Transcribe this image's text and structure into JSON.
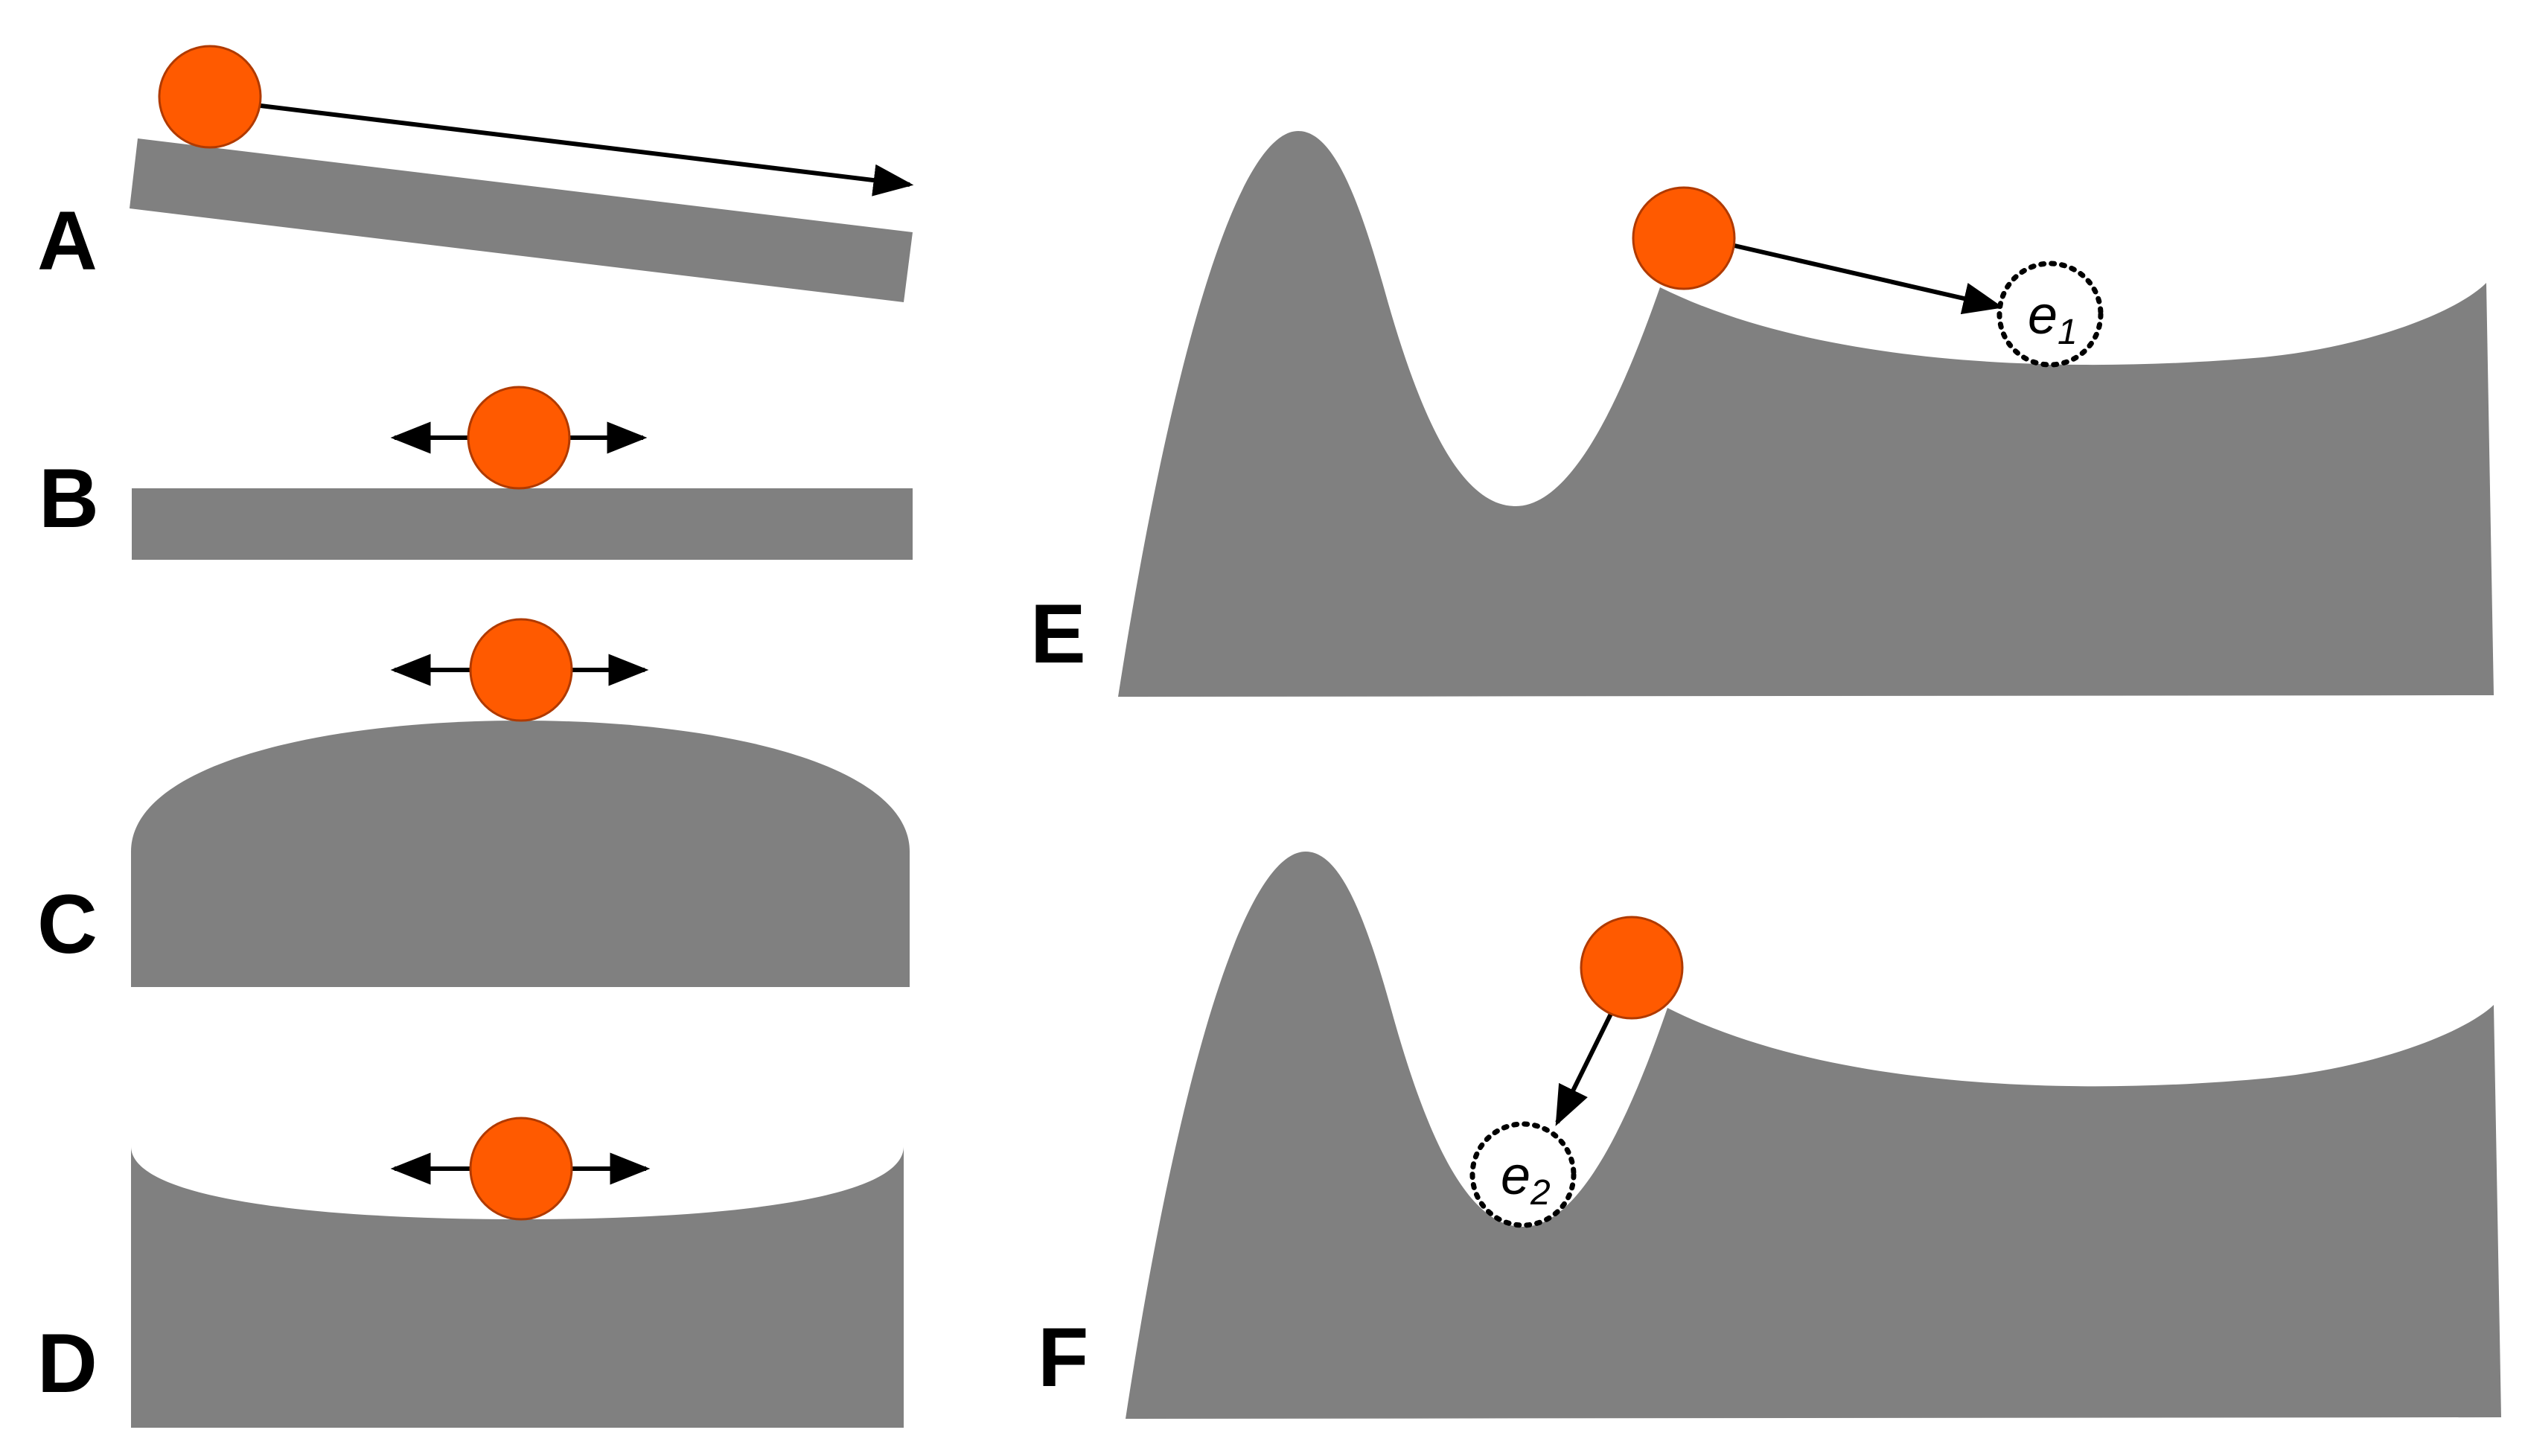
{
  "colors": {
    "surface": "#808080",
    "ball": "#FF5A00",
    "ball_outline": "#B03A00",
    "arrow": "#000000",
    "background": "#ffffff"
  },
  "panels": [
    {
      "id": "A",
      "label": "A",
      "surface": "tilted-plane",
      "motion": "rolls-downhill"
    },
    {
      "id": "B",
      "label": "B",
      "surface": "flat-plane",
      "motion": "neutral-both-directions"
    },
    {
      "id": "C",
      "label": "C",
      "surface": "convex-hill",
      "motion": "unstable-both-directions"
    },
    {
      "id": "D",
      "label": "D",
      "surface": "concave-bowl",
      "motion": "stable-both-directions"
    },
    {
      "id": "E",
      "label": "E",
      "surface": "double-well-landscape",
      "motion": "rolls-to-equilibrium",
      "equilibrium": {
        "symbol": "e",
        "subscript": "1"
      }
    },
    {
      "id": "F",
      "label": "F",
      "surface": "double-well-landscape",
      "motion": "rolls-to-equilibrium",
      "equilibrium": {
        "symbol": "e",
        "subscript": "2"
      }
    }
  ],
  "icons": {
    "ball": "orange-ball-icon",
    "arrow": "arrow-icon",
    "double_arrow": "double-arrow-icon",
    "equilibrium": "dotted-circle-icon"
  }
}
